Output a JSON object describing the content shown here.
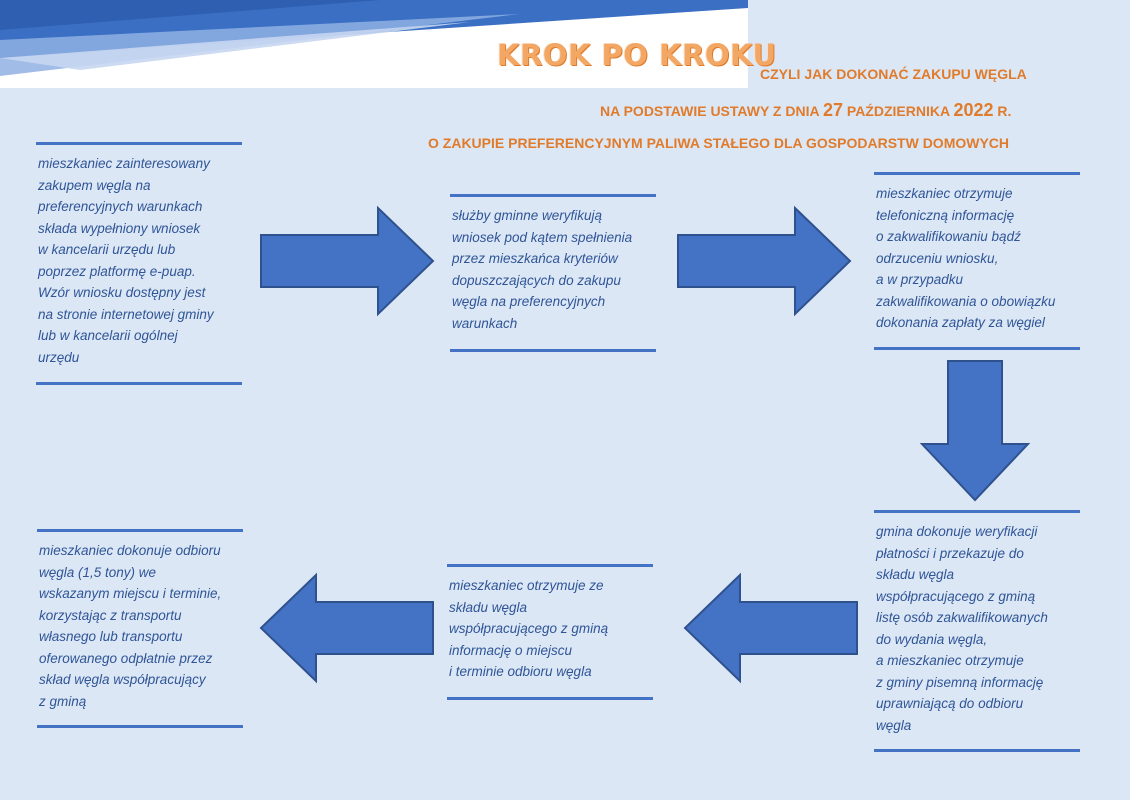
{
  "header": {
    "title": "KROK PO KROKU",
    "line1": "CZYLI JAK DOKONAĆ ZAKUPU  WĘGLA",
    "line2_before": "NA PODSTAWIE USTAWY Z DNIA ",
    "line2_day": "27",
    "line2_month": " PAŹDZIERNIKA ",
    "line2_year": "2022",
    "line2_after": " R.",
    "line3": "O ZAKUPIE PREFERENCYJNYM PALIWA STAŁEGO DLA GOSPODARSTW DOMOWYCH"
  },
  "steps": [
    {
      "text": "mieszkaniec zainteresowany\nzakupem węgla na\npreferencyjnych warunkach\nskłada wypełniony wniosek\nw kancelarii urzędu lub\npoprzez platformę e-puap.\nWzór wniosku dostępny jest\nna stronie internetowej gminy\nlub w kancelarii ogólnej\nurzędu"
    },
    {
      "text": "służby gminne weryfikują\nwniosek pod kątem spełnienia\nprzez mieszkańca kryteriów\ndopuszczających do zakupu\nwęgla na preferencyjnych\nwarunkach"
    },
    {
      "text": "mieszkaniec otrzymuje\ntelefoniczną informację\no zakwalifikowaniu bądź\nodrzuceniu wniosku,\na w przypadku\nzakwalifikowania o obowiązku\ndokonania zapłaty za węgiel"
    },
    {
      "text": "gmina dokonuje weryfikacji\npłatności i przekazuje do\nskładu węgla\nwspółpracującego z gminą\nlistę osób zakwalifikowanych\ndo wydania węgla,\na mieszkaniec otrzymuje\nz gminy pisemną informację\nuprawniającą do odbioru\nwęgla"
    },
    {
      "text": "mieszkaniec otrzymuje ze\nskładu węgla\nwspółpracującego z gminą\ninformację o miejscu\ni terminie odbioru węgla"
    },
    {
      "text": "mieszkaniec dokonuje odbioru\nwęgla (1,5 tony) we\nwskazanym miejscu i terminie,\nkorzystając z transportu\nwłasnego lub transportu\noferowanego odpłatnie przez\nskład węgla współpracujący\nz gminą"
    }
  ],
  "colors": {
    "accent_orange": "#e07b2b",
    "arrow_blue": "#4472c4",
    "text_blue": "#2f5597",
    "background": "#dce7f5"
  }
}
